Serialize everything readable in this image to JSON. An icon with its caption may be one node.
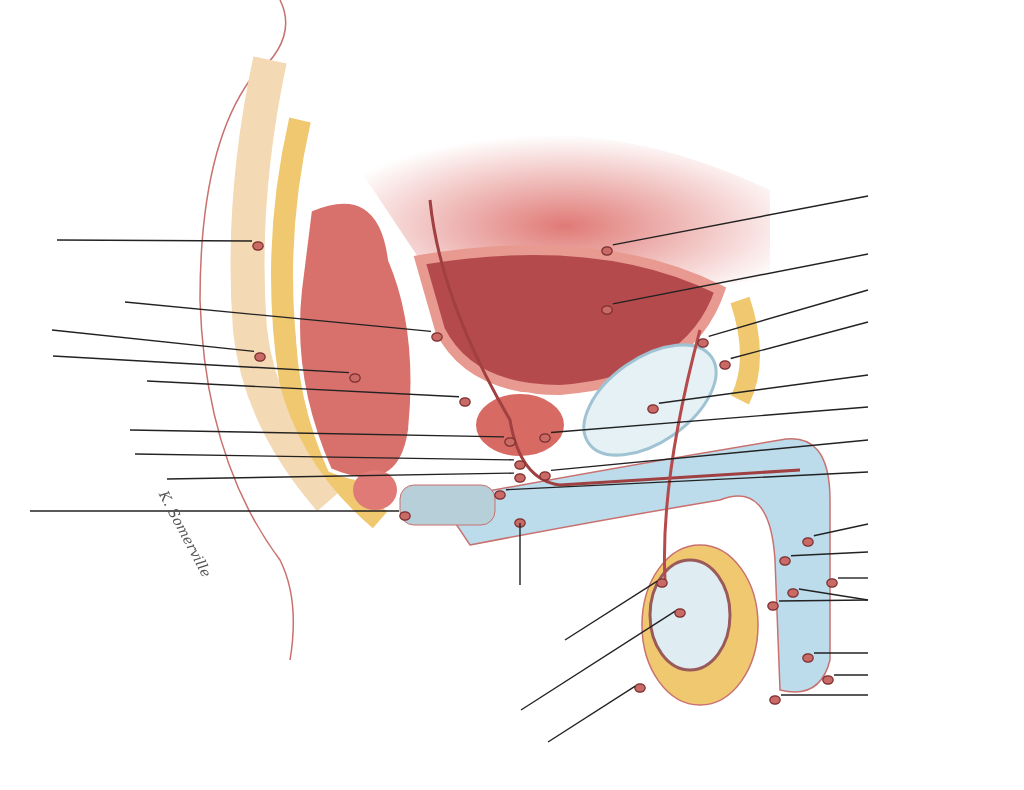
{
  "diagram": {
    "nodes": [
      {
        "text": [],
        "shape": "circle"
      },
      {
        "text": [],
        "shape": "circle"
      },
      {
        "text": [],
        "shape": "circle"
      },
      {
        "text": [],
        "shape": "circle"
      },
      {
        "text": [],
        "shape": "circle"
      },
      {
        "text": [],
        "shape": "circle"
      },
      {
        "text": [],
        "shape": "circle"
      },
      {
        "text": [],
        "shape": "circle"
      },
      {
        "text": [],
        "shape": "circle"
      },
      {
        "text": [],
        "shape": "circle"
      },
      {
        "text": [],
        "shape": "circle"
      },
      {
        "text": [],
        "shape": "circle"
      },
      {
        "text": [],
        "shape": "circle"
      },
      {
        "text": [],
        "shape": "circle"
      },
      {
        "text": [],
        "shape": "circle"
      },
      {
        "text": [],
        "shape": "circle"
      },
      {
        "text": [],
        "shape": "circle"
      },
      {
        "text": [],
        "shape": "circle"
      },
      {
        "text": [],
        "shape": "circle"
      },
      {
        "text": [],
        "shape": "circle"
      },
      {
        "text": [],
        "shape": "circle"
      },
      {
        "text": [],
        "shape": "circle"
      },
      {
        "text": [],
        "shape": "circle"
      },
      {
        "text": [],
        "shape": "circle"
      },
      {
        "text": [],
        "shape": "circle"
      },
      {
        "text": [],
        "shape": "circle"
      },
      {
        "text": [],
        "shape": "circle"
      },
      {
        "text": [],
        "shape": "circle"
      },
      {
        "text": [],
        "shape": "circle"
      }
    ],
    "edges": [
      {
        "from": null,
        "to": 0,
        "arrow": "none"
      },
      {
        "from": null,
        "to": 1,
        "arrow": "none"
      },
      {
        "from": null,
        "to": 2,
        "arrow": "none"
      },
      {
        "from": null,
        "to": 3,
        "arrow": "none"
      },
      {
        "from": null,
        "to": 4,
        "arrow": "none"
      },
      {
        "from": null,
        "to": 5,
        "arrow": "none"
      },
      {
        "from": null,
        "to": 6,
        "arrow": "none"
      },
      {
        "from": null,
        "to": 7,
        "arrow": "none"
      },
      {
        "from": null,
        "to": 8,
        "arrow": "none"
      },
      {
        "from": null,
        "to": 9,
        "arrow": "none"
      },
      {
        "from": null,
        "to": 10,
        "arrow": "none"
      },
      {
        "from": null,
        "to": 11,
        "arrow": "none"
      },
      {
        "from": null,
        "to": 12,
        "arrow": "none"
      },
      {
        "from": null,
        "to": 13,
        "arrow": "none"
      },
      {
        "from": null,
        "to": 14,
        "arrow": "none"
      },
      {
        "from": null,
        "to": 15,
        "arrow": "none"
      },
      {
        "from": null,
        "to": 16,
        "arrow": "none"
      },
      {
        "from": null,
        "to": 17,
        "arrow": "none"
      },
      {
        "from": null,
        "to": 18,
        "arrow": "none"
      },
      {
        "from": null,
        "to": 19,
        "arrow": "none"
      },
      {
        "from": null,
        "to": 20,
        "arrow": "none"
      },
      {
        "from": null,
        "to": 21,
        "arrow": "none"
      },
      {
        "from": null,
        "to": 22,
        "arrow": "none"
      },
      {
        "from": null,
        "to": 23,
        "arrow": "none"
      },
      {
        "from": null,
        "to": 24,
        "arrow": "none"
      },
      {
        "from": null,
        "to": 25,
        "arrow": "none"
      },
      {
        "from": null,
        "to": 26,
        "arrow": "none"
      },
      {
        "from": null,
        "to": 27,
        "arrow": "none"
      },
      {
        "from": null,
        "to": 28,
        "arrow": "none"
      }
    ],
    "labels": [
      "K. Somerville"
    ]
  }
}
